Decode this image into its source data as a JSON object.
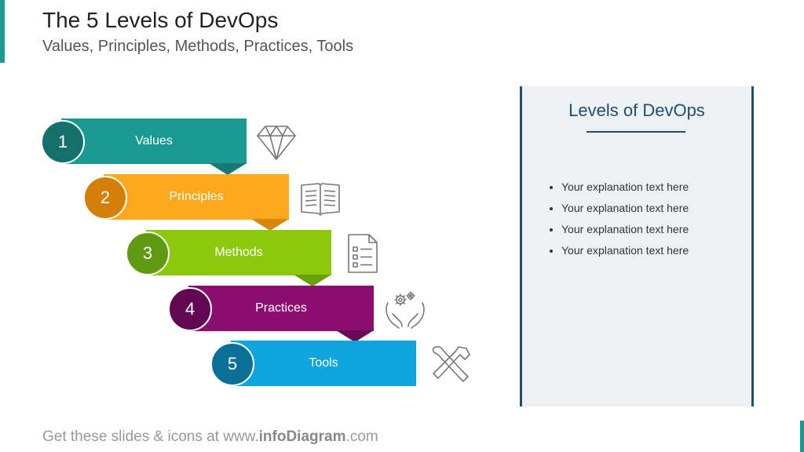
{
  "slide": {
    "title": "The 5 Levels of DevOps",
    "subtitle": "Values, Principles, Methods, Practices, Tools"
  },
  "levels": [
    {
      "number": "1",
      "label": "Values",
      "icon": "diamond-icon",
      "color": "#1b9a94",
      "circle_color": "#15706c"
    },
    {
      "number": "2",
      "label": "Principles",
      "icon": "book-icon",
      "color": "#fba81c",
      "circle_color": "#d47f0a"
    },
    {
      "number": "3",
      "label": "Methods",
      "icon": "checklist-document-icon",
      "color": "#8cc90a",
      "circle_color": "#5f9a12"
    },
    {
      "number": "4",
      "label": "Practices",
      "icon": "hands-gears-icon",
      "color": "#8b0e6f",
      "circle_color": "#620752"
    },
    {
      "number": "5",
      "label": "Tools",
      "icon": "tools-icon",
      "color": "#0ea5de",
      "circle_color": "#0b6f98"
    }
  ],
  "panel": {
    "title": "Levels of DevOps",
    "bullets": [
      "Your explanation text here",
      "Your explanation text here",
      "Your explanation text here",
      "Your explanation text here"
    ]
  },
  "footer": {
    "prefix": "Get these slides & icons at www.",
    "brand": "infoDiagram",
    "suffix": ".com"
  }
}
